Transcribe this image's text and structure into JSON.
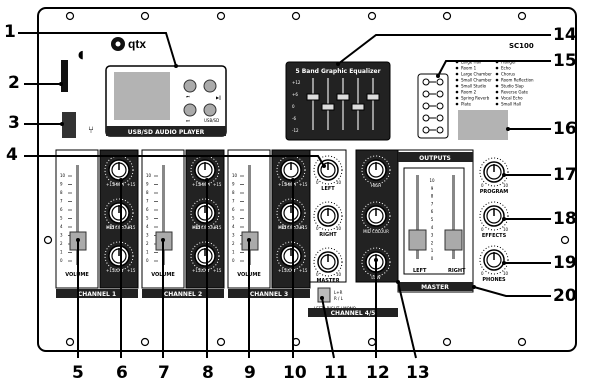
{
  "brand": "qtx",
  "model": "SC100",
  "player": {
    "label": "USB/SD AUDIO PLAYER",
    "prev": "⏮",
    "next": "⏭",
    "play": "▶‖",
    "usbsd": "USB/SD"
  },
  "equalizer": {
    "title": "5 Band Graphic Equalizer",
    "scale": [
      "+12",
      "+6",
      "0",
      "-6",
      "-12"
    ]
  },
  "effects_list": {
    "left": [
      "Large Hall",
      "Room 1",
      "Large Chamber",
      "Small Chamber",
      "Small Studio",
      "Room 2",
      "Spring Reverb",
      "Plate"
    ],
    "right": [
      "Flanger",
      "Echo",
      "Chorus",
      "Room Reflection",
      "Studio Slap",
      "Reverse Gate",
      "Vocal Echo",
      "Small Hall"
    ]
  },
  "channel_labels": [
    "CHANNEL 1",
    "CHANNEL 2",
    "CHANNEL 3",
    "CHANNEL 4/5"
  ],
  "fader_scale": [
    "10",
    "9",
    "8",
    "7",
    "6",
    "5",
    "4",
    "3",
    "2",
    "1",
    "0"
  ],
  "strip": {
    "eq": [
      "HIGH",
      "MID COLOUR",
      "LOW"
    ],
    "volume": "VOLUME",
    "knob_min": "+15",
    "knob_max": "+15"
  },
  "ch45": {
    "knobs": [
      "LEFT",
      "RIGHT",
      "MASTER"
    ],
    "eq": [
      "HIGH",
      "MID COLOUR",
      "LOW"
    ],
    "switch": [
      "L+R",
      "R / L"
    ],
    "switch_caption": "LEFT+RIGHT / MONO"
  },
  "outputs": {
    "title": "OUTPUTS",
    "left": "LEFT",
    "right": "RIGHT",
    "master": "MASTER"
  },
  "right_knobs": [
    "PROGRAM",
    "EFFECTS",
    "PHONES"
  ],
  "knob_scale": [
    "0",
    "10"
  ],
  "callouts": [
    "1",
    "2",
    "3",
    "4",
    "5",
    "6",
    "7",
    "8",
    "9",
    "10",
    "11",
    "12",
    "13",
    "14",
    "15",
    "16",
    "17",
    "18",
    "19",
    "20"
  ]
}
